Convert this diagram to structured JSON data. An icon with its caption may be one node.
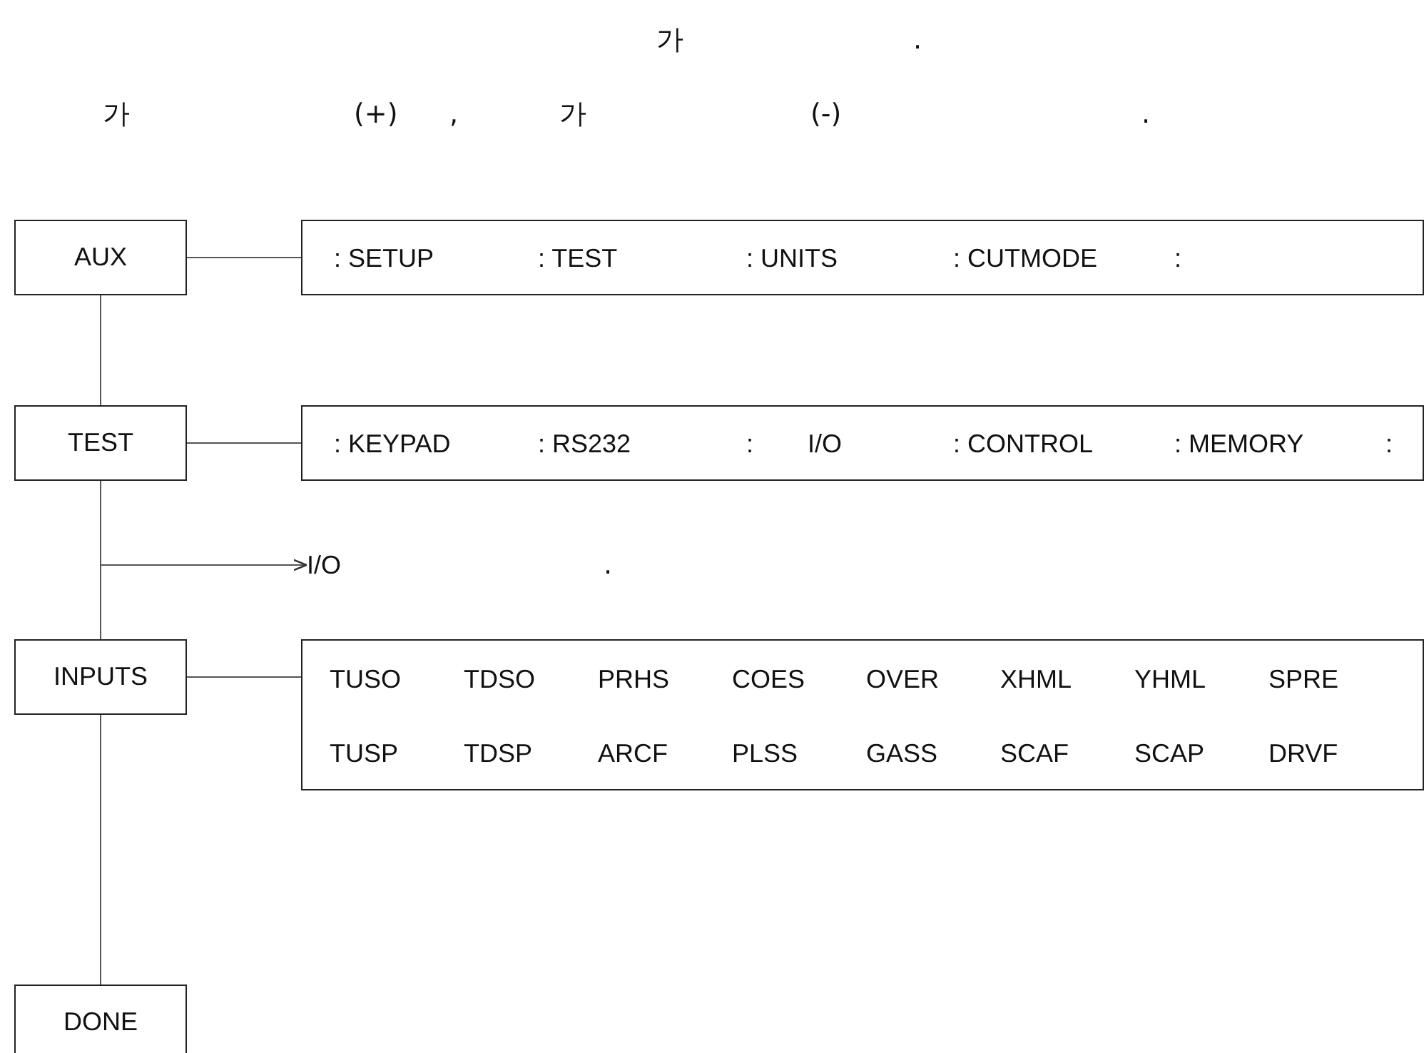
{
  "diagram": {
    "nodes": [
      {
        "text": [
          "AUX"
        ]
      },
      {
        "text": [
          ": SETUP",
          ": TEST",
          ": UNITS",
          ": CUTMODE",
          ":"
        ]
      },
      {
        "text": [
          "TEST"
        ]
      },
      {
        "text": [
          ": KEYPAD",
          ": RS232",
          ":",
          "I/O",
          ": CONTROL",
          ": MEMORY",
          ":"
        ]
      },
      {
        "text": [
          "I/O"
        ]
      },
      {
        "text": [
          "INPUTS"
        ]
      },
      {
        "text": [
          "TUSO",
          "TDSO",
          "PRHS",
          "COES",
          "OVER",
          "XHML",
          "YHML",
          "SPRE",
          "TUSP",
          "TDSP",
          "ARCF",
          "PLSS",
          "GASS",
          "SCAF",
          "SCAP",
          "DRVF"
        ]
      },
      {
        "text": [
          "DONE"
        ]
      }
    ],
    "edges": [
      {
        "from": 0,
        "to": 1,
        "arrow": "none"
      },
      {
        "from": 0,
        "to": 2,
        "arrow": "none"
      },
      {
        "from": 2,
        "to": 3,
        "arrow": "none"
      },
      {
        "from": 2,
        "to": 4,
        "arrow": "to"
      },
      {
        "from": 2,
        "to": 5,
        "arrow": "none"
      },
      {
        "from": 5,
        "to": 6,
        "arrow": "none"
      },
      {
        "from": 5,
        "to": 7,
        "arrow": "none"
      }
    ],
    "labels": [
      "가",
      ".",
      "가",
      "(+)",
      ",",
      "가",
      "(-)",
      ".",
      "."
    ]
  }
}
